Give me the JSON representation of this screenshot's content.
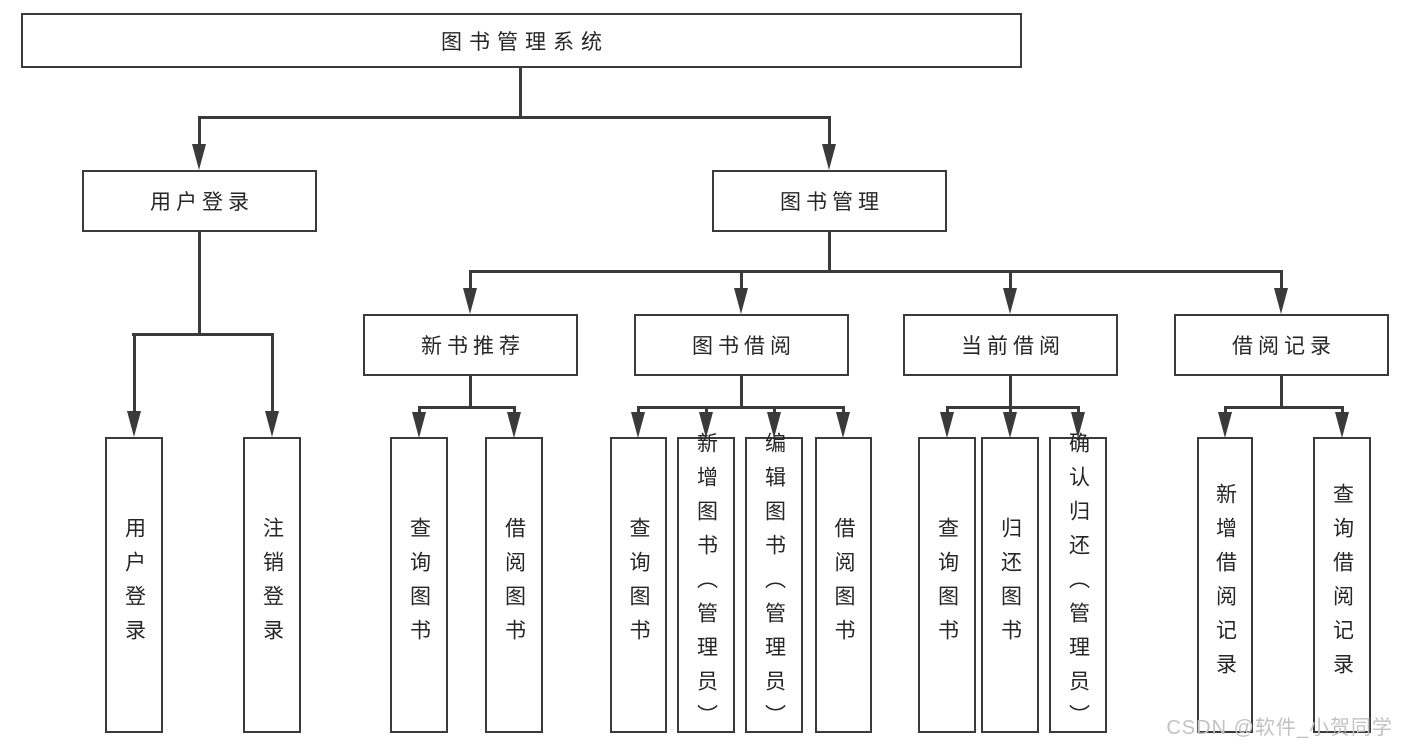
{
  "diagram": {
    "watermark": "CSDN @软件_小贺同学",
    "colors": {
      "line": "#3a3a3a",
      "text": "#262626",
      "box_bg": "#ffffff",
      "watermark": "#c2c2c2"
    }
  },
  "tree": {
    "root": {
      "label": "图书管理系统"
    },
    "branches": [
      {
        "label": "用户登录",
        "children": [
          {
            "label": "用户登录"
          },
          {
            "label": "注销登录"
          }
        ]
      },
      {
        "label": "图书管理",
        "children": [
          {
            "label": "新书推荐",
            "children": [
              {
                "label": "查询图书"
              },
              {
                "label": "借阅图书"
              }
            ]
          },
          {
            "label": "图书借阅",
            "children": [
              {
                "label": "查询图书"
              },
              {
                "label": "新增图书（管理员）"
              },
              {
                "label": "编辑图书（管理员）"
              },
              {
                "label": "借阅图书"
              }
            ]
          },
          {
            "label": "当前借阅",
            "children": [
              {
                "label": "查询图书"
              },
              {
                "label": "归还图书"
              },
              {
                "label": "确认归还（管理员）"
              }
            ]
          },
          {
            "label": "借阅记录",
            "children": [
              {
                "label": "新增借阅记录"
              },
              {
                "label": "查询借阅记录"
              }
            ]
          }
        ]
      }
    ]
  }
}
